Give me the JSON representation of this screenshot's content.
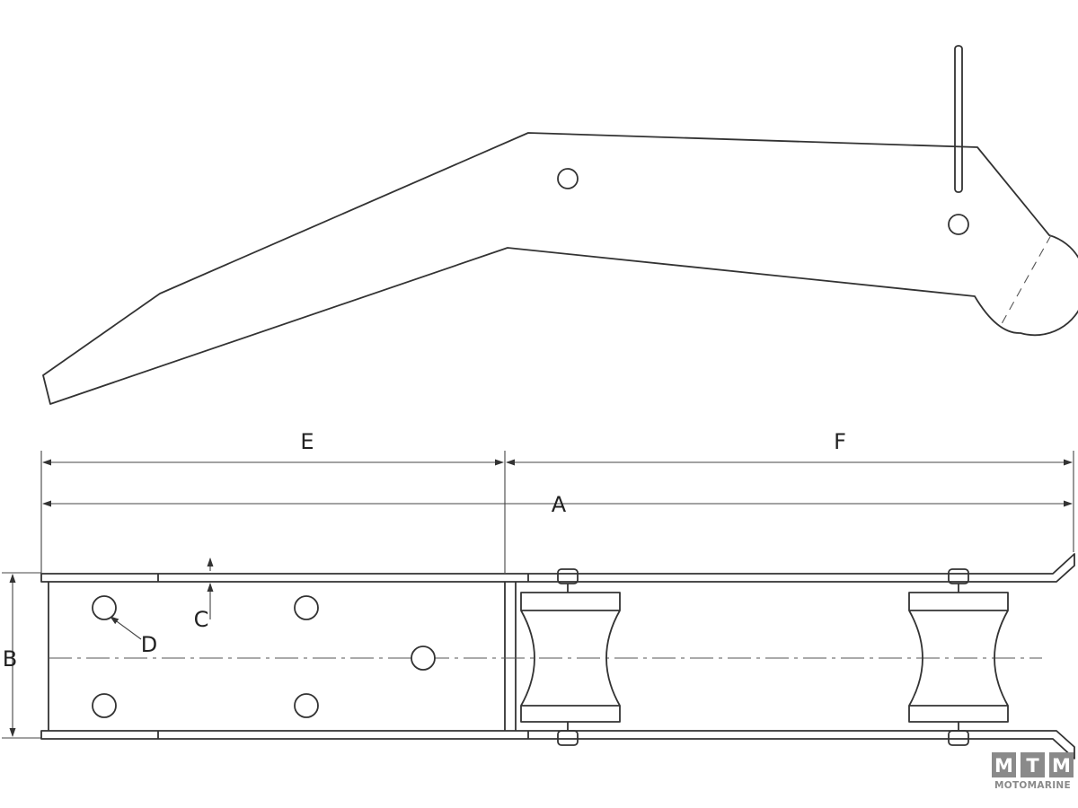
{
  "dimensions": {
    "overall_length": "A",
    "width": "B",
    "plate_thickness": "C",
    "hole_diameter": "D",
    "front_length": "E",
    "rear_length": "F"
  },
  "logo": {
    "letters": [
      "M",
      "T",
      "M"
    ],
    "wordmark": "MOTOMARINE"
  },
  "colors": {
    "line": "#333333",
    "background": "#ffffff",
    "logo": "#8a8a8a"
  }
}
